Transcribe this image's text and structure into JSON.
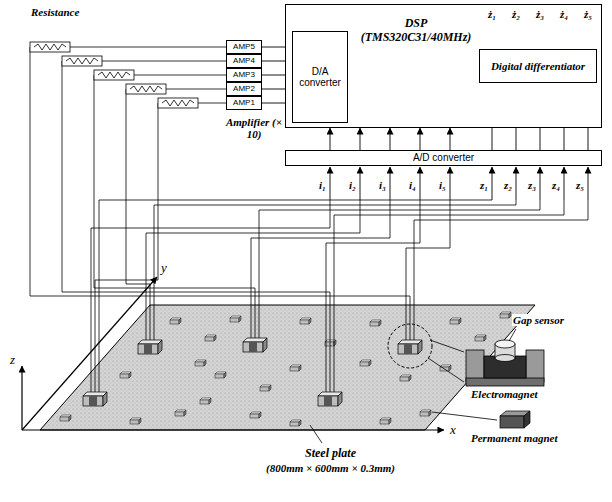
{
  "diagram": {
    "nodes": [
      {
        "text": [
          "DSP (TMS320C31/40MHz)"
        ]
      },
      {
        "text": [
          "D/A converter"
        ],
        "in": 0
      },
      {
        "text": [
          "Digital differentiator"
        ],
        "in": 0
      },
      {
        "text": [
          "A/D converter"
        ]
      },
      {
        "text": [
          "AMP5"
        ]
      },
      {
        "text": [
          "AMP4"
        ]
      },
      {
        "text": [
          "AMP3"
        ]
      },
      {
        "text": [
          "AMP2"
        ]
      },
      {
        "text": [
          "AMP1"
        ]
      }
    ],
    "edges": [
      {
        "from": 1,
        "to": 4,
        "arrow": "none"
      },
      {
        "from": 1,
        "to": 5,
        "arrow": "none"
      },
      {
        "from": 1,
        "to": 6,
        "arrow": "none"
      },
      {
        "from": 1,
        "to": 7,
        "arrow": "none"
      },
      {
        "from": 1,
        "to": 8,
        "arrow": "none"
      },
      {
        "from": 3,
        "to": 0,
        "arrow": "to"
      },
      {
        "from": 3,
        "to": 0,
        "arrow": "to"
      },
      {
        "from": 3,
        "to": 0,
        "arrow": "to"
      },
      {
        "from": 3,
        "to": 0,
        "arrow": "to"
      },
      {
        "from": 3,
        "to": 0,
        "arrow": "to"
      },
      {
        "from": 3,
        "to": 2,
        "arrow": "to"
      },
      {
        "from": 3,
        "to": 2,
        "arrow": "to"
      },
      {
        "from": 3,
        "to": 2,
        "arrow": "to"
      },
      {
        "from": 3,
        "to": 2,
        "arrow": "to"
      },
      {
        "from": 3,
        "to": 2,
        "arrow": "to"
      }
    ],
    "labels": [
      "Resistance",
      "Amplifier (× 10)",
      "ż₁",
      "ż₂",
      "ż₃",
      "ż₄",
      "ż₅",
      "i₁",
      "i₂",
      "i₃",
      "i₄",
      "i₅",
      "z₁",
      "z₂",
      "z₃",
      "z₄",
      "z₅",
      "Gap sensor",
      "Electromagnet",
      "Permanent magnet",
      "x",
      "y",
      "z",
      "Steel plate",
      "(800mm × 600mm × 0.3mm)"
    ]
  }
}
